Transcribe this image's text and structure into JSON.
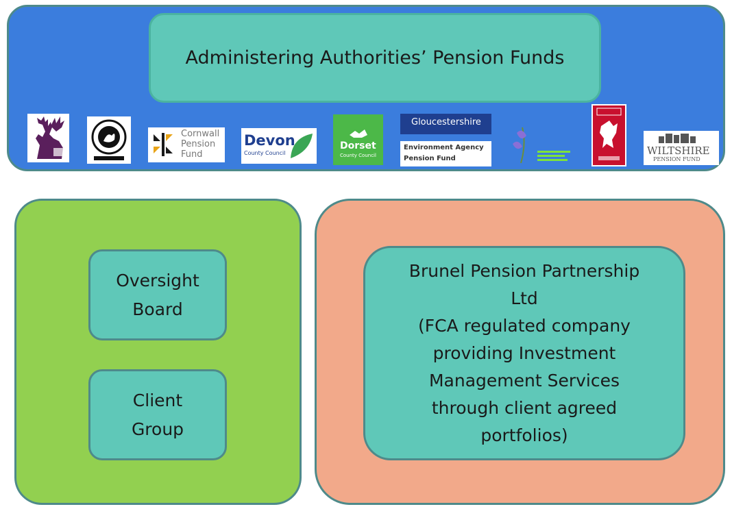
{
  "banner": {
    "title": "Administering Authorities’ Pension Funds",
    "logos": {
      "cornwall": {
        "line1": "Cornwall",
        "line2": "Pension",
        "line3": "Fund"
      },
      "devon": {
        "main": "Devon",
        "sub": "County Council"
      },
      "dorset": {
        "main": "Dorset",
        "sub": "County Council"
      },
      "gloucestershire": {
        "main": "Gloucestershire"
      },
      "environment_agency": {
        "line1": "Environment Agency",
        "line2": "Pension Fund"
      },
      "wiltshire": {
        "main": "WILTSHIRE",
        "sub": "PENSION FUND"
      }
    }
  },
  "oversight": {
    "line1": "Oversight",
    "line2": "Board"
  },
  "client_group": {
    "line1": "Client",
    "line2": "Group"
  },
  "brunel": {
    "line1": "Brunel Pension Partnership",
    "line2": "Ltd",
    "line3": "(FCA regulated company",
    "line4": "providing Investment",
    "line5": "Management Services",
    "line6": "through client agreed",
    "line7": "portfolios)"
  },
  "colors": {
    "banner": "#3b7ddd",
    "teal": "#5fc8b8",
    "green": "#92d050",
    "salmon": "#f2a98a",
    "border": "#4e8a8a"
  }
}
